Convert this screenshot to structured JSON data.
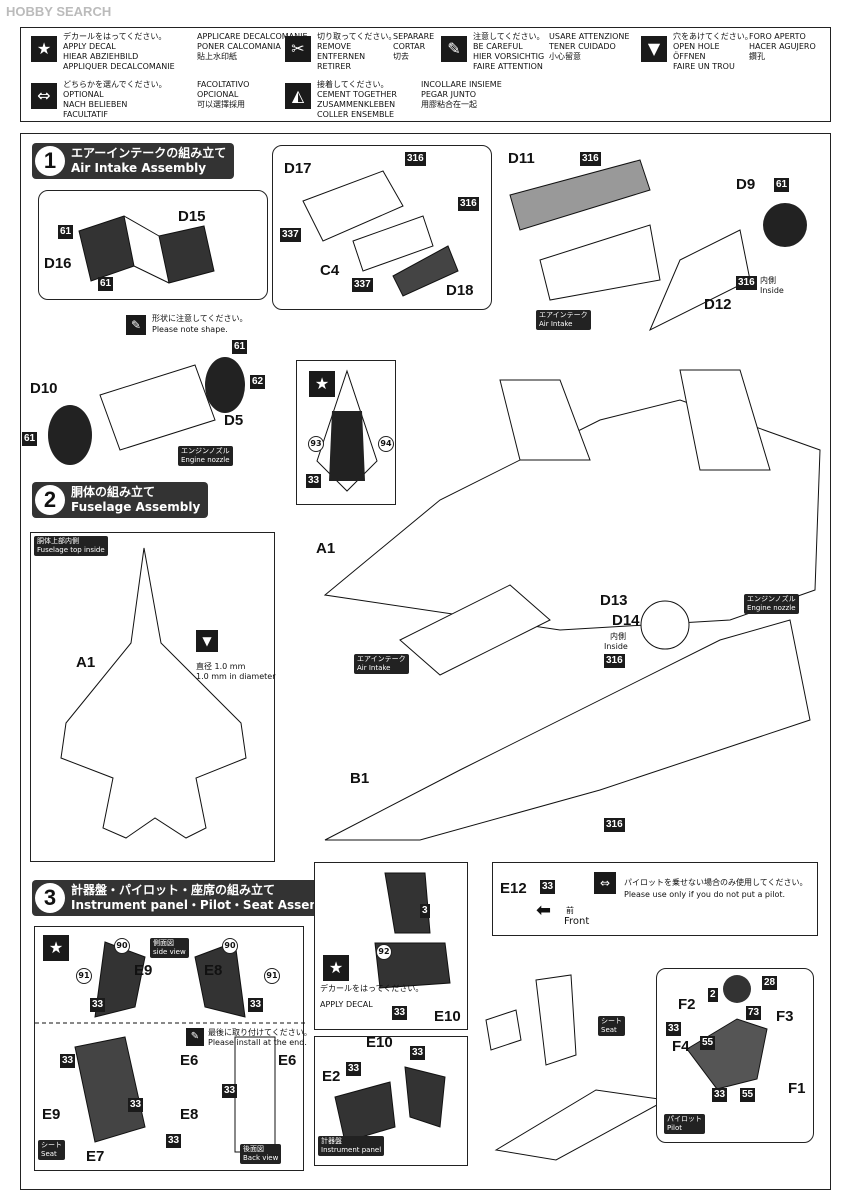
{
  "watermark": "HOBBY SEARCH",
  "legend": [
    {
      "icon": "star-icon",
      "jp": "デカールをはってください。",
      "en": "APPLY DECAL",
      "de": "HIEAR ABZIEHBILD",
      "fr": "APPLIQUER DECALCOMANIE",
      "it": "APPLICARE DECALCOMANIE",
      "es": "PONER CALCOMANIA",
      "zh": "貼上水印紙"
    },
    {
      "icon": "scissors-icon",
      "jp": "切り取ってください。",
      "en": "REMOVE",
      "de": "ENTFERNEN",
      "fr": "RETIRER",
      "it": "SEPARARE",
      "es": "CORTAR",
      "zh": "切去"
    },
    {
      "icon": "caution-icon",
      "jp": "注意してください。",
      "en": "BE CAREFUL",
      "de": "HIER VORSICHTIG",
      "fr": "FAIRE ATTENTION",
      "it": "USARE ATTENZIONE",
      "es": "TENER CUIDADO",
      "zh": "小心留意"
    },
    {
      "icon": "drill-icon",
      "jp": "穴をあけてください。",
      "en": "OPEN HOLE",
      "de": "ÖFFNEN",
      "fr": "FAIRE UN TROU",
      "it": "FORO APERTO",
      "es": "HACER AGUJERO",
      "zh": "鑽孔"
    },
    {
      "icon": "optional-icon",
      "jp": "どちらかを選んでください。",
      "en": "OPTIONAL",
      "de": "NACH BELIEBEN",
      "fr": "FACULTATIF",
      "it": "FACOLTATIVO",
      "es": "OPCIONAL",
      "zh": "可以選擇採用"
    },
    {
      "icon": "glue-icon",
      "jp": "接着してください。",
      "en": "CEMENT TOGETHER",
      "de": "ZUSAMMENKLEBEN",
      "fr": "COLLER ENSEMBLE",
      "it": "INCOLLARE INSIEME",
      "es": "PEGAR JUNTO",
      "zh": "用膠粘合在一起"
    }
  ],
  "step1": {
    "num": "1",
    "jp": "エアーインテークの組み立て",
    "en": "Air Intake Assembly"
  },
  "step2": {
    "num": "2",
    "jp": "胴体の組み立て",
    "en": "Fuselage Assembly"
  },
  "step3": {
    "num": "3",
    "jp": "計器盤・パイロット・座席の組み立て",
    "en": "Instrument panel・Pilot・Seat Assembly"
  },
  "parts": {
    "d15": "D15",
    "d16": "D16",
    "d10": "D10",
    "d5": "D5",
    "d17": "D17",
    "c4": "C4",
    "d18": "D18",
    "d11": "D11",
    "d9": "D9",
    "d12": "D12",
    "a1": "A1",
    "a1b": "A1",
    "d13": "D13",
    "d14": "D14",
    "b1": "B1",
    "e9": "E9",
    "e8": "E8",
    "e6": "E6",
    "e6b": "E6",
    "e10": "E10",
    "e10b": "E10",
    "e2": "E2",
    "e9b": "E9",
    "e7": "E7",
    "e8b": "E8",
    "e12": "E12",
    "f2": "F2",
    "f3": "F3",
    "f4": "F4",
    "f1": "F1"
  },
  "colors": {
    "n61": "61",
    "n62": "62",
    "n316": "316",
    "n337": "337",
    "n93": "93",
    "n94": "94",
    "n33": "33",
    "n90": "90",
    "n91": "91",
    "n92": "92",
    "n3": "3",
    "n28": "28",
    "n73": "73",
    "n55": "55",
    "n2": "2"
  },
  "notes": {
    "shape_jp": "形状に注意してください。",
    "shape_en": "Please note shape.",
    "nozzle_jp": "エンジンノズル",
    "nozzle_en": "Engine nozzle",
    "intake_jp": "エアインテーク",
    "intake_en": "Air Intake",
    "inside_jp": "内側",
    "inside_en": "Inside",
    "fusetop_jp": "胴体上部内側",
    "fusetop_en": "Fuselage top inside",
    "dia_jp": "直径 1.0 mm",
    "dia_en": "1.0 mm in diameter",
    "side_jp": "側面図",
    "side_en": "side view",
    "last_jp": "最後に取り付けてください。",
    "last_en": "Please install at the end.",
    "seat_jp": "シート",
    "seat_en": "Seat",
    "back_jp": "後面図",
    "back_en": "Back view",
    "decal_jp": "デカールをはってください。",
    "decal_en": "APPLY DECAL",
    "panel_jp": "計器盤",
    "panel_en": "Instrument panel",
    "front_jp": "前",
    "front_en": "Front",
    "nopilot_jp": "パイロットを乗せない場合のみ使用してください。",
    "nopilot_en": "Please use only if you do not put a pilot.",
    "pilot_jp": "パイロット",
    "pilot_en": "Pilot"
  }
}
